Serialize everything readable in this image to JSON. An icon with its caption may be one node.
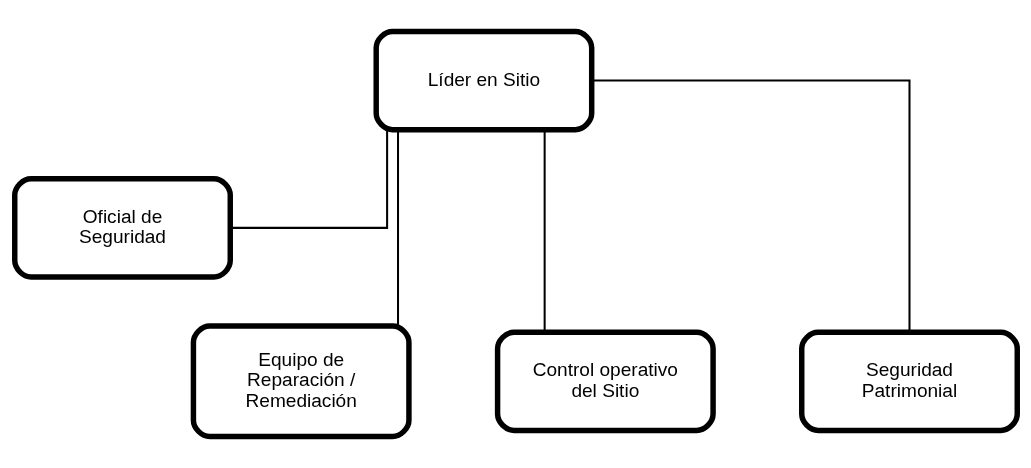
{
  "diagram": {
    "nodes": [
      {
        "text": [
          "Líder en Sitio"
        ]
      },
      {
        "text": [
          "Oficial de Seguridad"
        ]
      },
      {
        "text": [
          "Equipo de Reparación / Remediación"
        ]
      },
      {
        "text": [
          "Control operativo del Sitio"
        ]
      },
      {
        "text": [
          "Seguridad Patrimonial"
        ]
      }
    ],
    "edges": [
      {
        "from": 0,
        "to": 1,
        "arrow": "none"
      },
      {
        "from": 0,
        "to": 2,
        "arrow": "none"
      },
      {
        "from": 0,
        "to": 3,
        "arrow": "none"
      },
      {
        "from": 0,
        "to": 4,
        "arrow": "none"
      }
    ]
  }
}
